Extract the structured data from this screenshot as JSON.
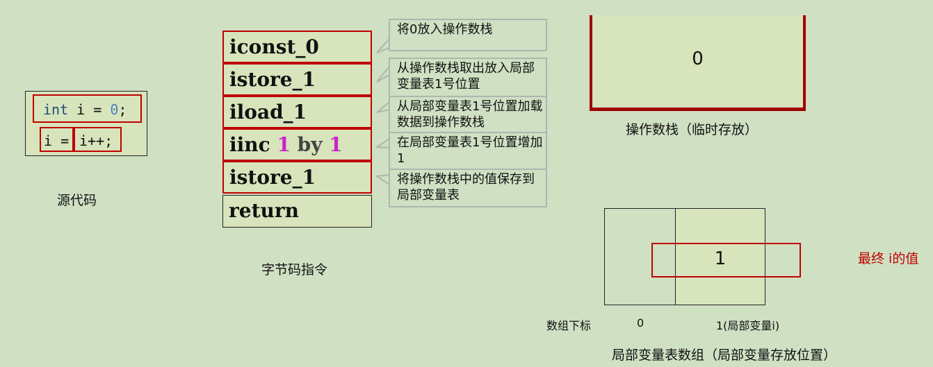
{
  "source": {
    "int_kw": "int",
    "line1_rest": " i = ",
    "line1_num": "0",
    "line1_end": ";",
    "line2_a": "i =",
    "line2_b": "i++;",
    "caption": "源代码"
  },
  "bytecode": {
    "rows": [
      {
        "text": "iconst_0"
      },
      {
        "text": "istore_1"
      },
      {
        "text": "iload_1"
      },
      {
        "op": "iinc",
        "arg1": "1",
        "by": "by",
        "arg2": "1"
      },
      {
        "text": "istore_1"
      },
      {
        "text": "return"
      }
    ],
    "caption": "字节码指令"
  },
  "callouts": [
    "将0放入操作数栈",
    "从操作数栈取出放入局部变量表1号位置",
    "从局部变量表1号位置加载数据到操作数栈",
    "在局部变量表1号位置增加1",
    "将操作数栈中的值保存到局部变量表"
  ],
  "operand_stack": {
    "value": "0",
    "caption": "操作数栈（临时存放）"
  },
  "local_vars": {
    "value": "1",
    "index_label": "数组下标",
    "index0": "0",
    "index1": "1(局部变量i)",
    "caption": "局部变量表数组（局部变量存放位置）",
    "final_label": "最终 i的值"
  },
  "colors": {
    "highlight": "#c00000",
    "background": "#cfe0c3",
    "cell": "#d7e4bc",
    "magenta": "#cc22cc"
  }
}
